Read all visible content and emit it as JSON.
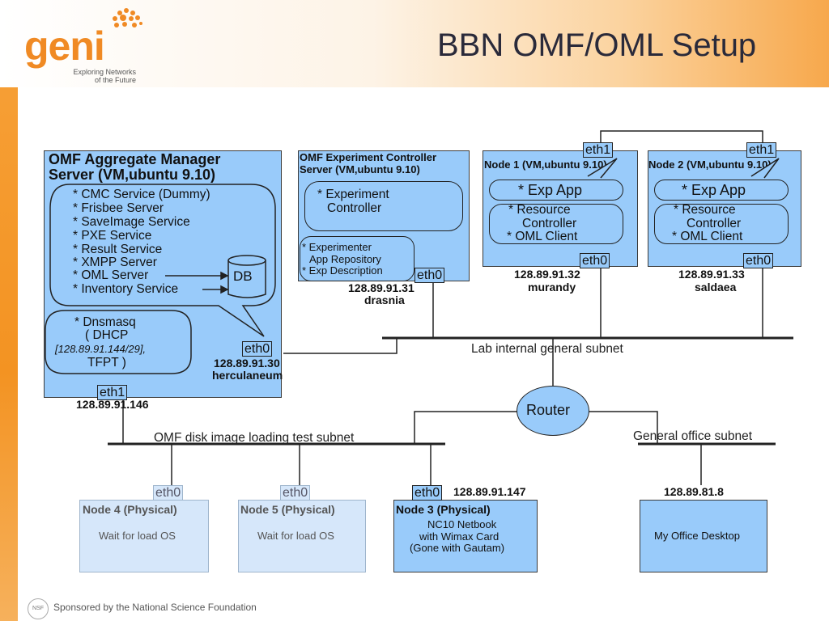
{
  "header": {
    "title": "BBN OMF/OML Setup",
    "logo_word": "geni",
    "logo_tagline_1": "Exploring Networks",
    "logo_tagline_2": "of the Future"
  },
  "footer": {
    "text": "Sponsored by the National Science Foundation",
    "nsf_mark": "NSF"
  },
  "aggregate_manager": {
    "title_1": "OMF Aggregate Manager",
    "title_2": "Server (VM,ubuntu 9.10)",
    "services": [
      "* CMC Service (Dummy)",
      "* Frisbee Server",
      "* SaveImage Service",
      "* PXE Service",
      "* Result Service",
      "* XMPP Server",
      "* OML Server",
      "* Inventory Service"
    ],
    "db_label": "DB",
    "dnsmasq_1": "* Dnsmasq",
    "dnsmasq_2": "( DHCP",
    "dnsmasq_3": "[128.89.91.144/29],",
    "dnsmasq_4": "TFPT )",
    "eth0": "eth0",
    "eth1": "eth1",
    "ip_eth0": "128.89.91.30",
    "hostname": "herculaneum",
    "ip_eth1": "128.89.91.146"
  },
  "experiment_controller": {
    "title_1": "OMF Experiment Controller",
    "title_2": "Server (VM,ubuntu 9.10)",
    "bubble_1": "* Experiment",
    "bubble_2": "Controller",
    "repo_1": "* Experimenter",
    "repo_2": "App Repository",
    "repo_3": "* Exp Description",
    "eth0": "eth0",
    "ip": "128.89.91.31",
    "hostname": "drasnia"
  },
  "node1": {
    "title": "Node 1 (VM,ubuntu 9.10)",
    "exp_app": "* Exp App",
    "rc_1": "* Resource",
    "rc_2": "Controller",
    "rc_3": "* OML Client",
    "eth0": "eth0",
    "eth1": "eth1",
    "ip": "128.89.91.32",
    "hostname": "murandy"
  },
  "node2": {
    "title": "Node 2 (VM,ubuntu 9.10)",
    "exp_app": "* Exp App",
    "rc_1": "* Resource",
    "rc_2": "Controller",
    "rc_3": "* OML Client",
    "eth0": "eth0",
    "eth1": "eth1",
    "ip": "128.89.91.33",
    "hostname": "saldaea"
  },
  "networks": {
    "lab_subnet": "Lab internal general subnet",
    "router": "Router",
    "disk_subnet": "OMF disk image loading test subnet",
    "office_subnet": "General office subnet"
  },
  "node4": {
    "title": "Node 4 (Physical)",
    "status": "Wait for load OS",
    "eth0": "eth0"
  },
  "node5": {
    "title": "Node 5 (Physical)",
    "status": "Wait for load OS",
    "eth0": "eth0"
  },
  "node3": {
    "title": "Node 3 (Physical)",
    "desc_1": "NC10 Netbook",
    "desc_2": "with Wimax Card",
    "desc_3": "(Gone with Gautam)",
    "eth0": "eth0",
    "ip": "128.89.91.147"
  },
  "office": {
    "title": "My Office Desktop",
    "ip": "128.89.81.8"
  },
  "colors": {
    "accent": "#f39322",
    "box_blue": "#99cbfa",
    "box_pale": "#d6e7fa"
  }
}
